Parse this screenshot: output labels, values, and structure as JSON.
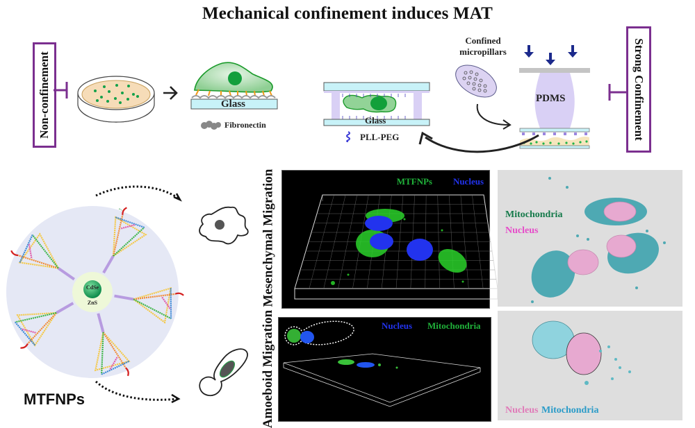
{
  "title": "Mechanical confinement induces MAT",
  "top_section": {
    "non_confinement_label": "Non-confinement",
    "strong_confinement_label": "Strong Confinement",
    "glass_label_left": "Glass",
    "fibronectin_label": "Fibronectin",
    "glass_label_middle": "Glass",
    "pll_peg_label": "PLL-PEG",
    "confined_micropillars_label_line1": "Confined",
    "confined_micropillars_label_line2": "micropillars",
    "pdms_label": "PDMS"
  },
  "nanoparticle": {
    "core_label": "CdSe",
    "shell_label": "ZnS",
    "name_label": "MTFNPs"
  },
  "migration": {
    "mesenchymal_label": "Mesenchymal Migration",
    "amoeboid_label": "Amoeboid Migration"
  },
  "panels": {
    "mesenchymal_fluorescence": {
      "legend_1": "MTFNPs",
      "legend_2": "Nucleus"
    },
    "mesenchymal_render": {
      "legend_1": "Mitochondria",
      "legend_2": "Nucleus"
    },
    "amoeboid_fluorescence": {
      "legend_1": "Nucleus",
      "legend_2": "Mitochondria"
    },
    "amoeboid_render": {
      "legend_1": "Nucleus",
      "legend_2": "Mitochondria"
    }
  },
  "colors": {
    "frame_purple": "#7b2f8f",
    "cell_green": "#8ccf8c",
    "nucleus_green": "#12a03a",
    "glass_cyan": "#c8f2f8",
    "pdms_lavender": "#d9d0f5",
    "arrow_navy": "#1c2a8c",
    "fluor_green": "#2bd22b",
    "fluor_blue": "#2233ee",
    "mito_teal": "#5fb9c4",
    "nucleus_pink": "#e7a9d0"
  }
}
